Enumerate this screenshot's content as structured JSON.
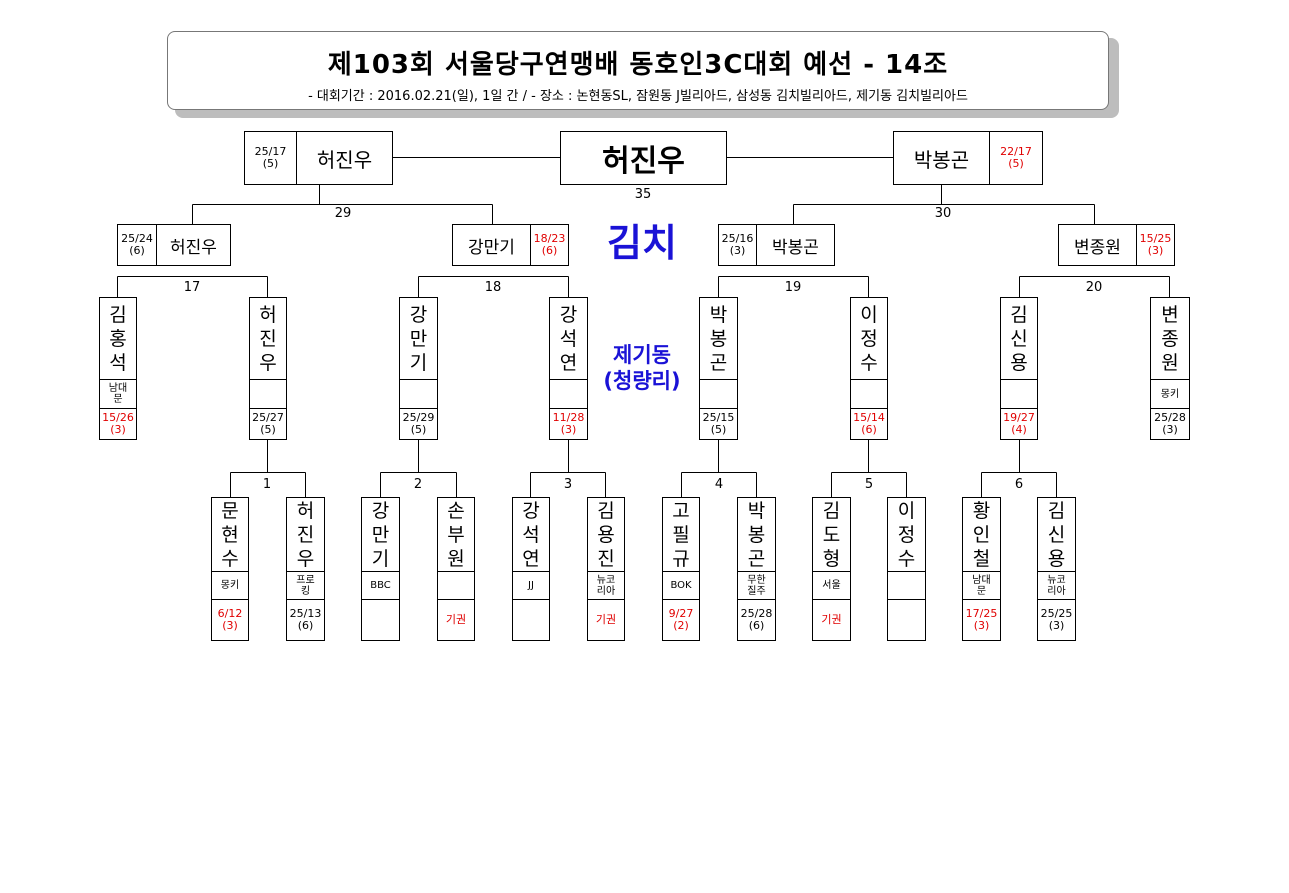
{
  "header": {
    "title": "제103회 서울당구연맹배 동호인3C대회 예선 - 14조",
    "subtitle": "- 대회기간 : 2016.02.21(일), 1일 간 / - 장소 : 논현동SL, 잠원동 J빌리아드, 삼성동 김치빌리아드, 제기동 김치빌리아드"
  },
  "venues": {
    "main": "김치",
    "second_line1": "제기동",
    "second_line2": "(청량리)"
  },
  "final": {
    "winner": "허진우",
    "match_no": "35"
  },
  "semi": {
    "left": {
      "name": "허진우",
      "score": "25/17",
      "inn": "(5)"
    },
    "right": {
      "name": "박봉곤",
      "score": "22/17",
      "inn": "(5)"
    },
    "match_left": "29",
    "match_right": "30"
  },
  "quarter": {
    "q1": {
      "name": "허진우",
      "score": "25/24",
      "inn": "(6)"
    },
    "q2": {
      "name": "강만기",
      "score": "18/23",
      "inn": "(6)"
    },
    "q3": {
      "name": "박봉곤",
      "score": "25/16",
      "inn": "(3)"
    },
    "q4": {
      "name": "변종원",
      "score": "15/25",
      "inn": "(3)"
    },
    "m17": "17",
    "m18": "18",
    "m19": "19",
    "m20": "20"
  },
  "round2": [
    {
      "name": "김\n홍\n석",
      "club": "남대\n문",
      "score": "15/26",
      "inn": "(3)"
    },
    {
      "name": "허\n진\n우",
      "club": "",
      "score": "25/27",
      "inn": "(5)"
    },
    {
      "name": "강\n만\n기",
      "club": "",
      "score": "25/29",
      "inn": "(5)"
    },
    {
      "name": "강\n석\n연",
      "club": "",
      "score": "11/28",
      "inn": "(3)"
    },
    {
      "name": "박\n봉\n곤",
      "club": "",
      "score": "25/15",
      "inn": "(5)"
    },
    {
      "name": "이\n정\n수",
      "club": "",
      "score": "15/14",
      "inn": "(6)"
    },
    {
      "name": "김\n신\n용",
      "club": "",
      "score": "19/27",
      "inn": "(4)"
    },
    {
      "name": "변\n종\n원",
      "club": "몽키",
      "score": "25/28",
      "inn": "(3)"
    }
  ],
  "round1": {
    "matches": [
      "1",
      "2",
      "3",
      "4",
      "5",
      "6"
    ],
    "players": [
      {
        "name": "문\n현\n수",
        "club": "몽키",
        "score": "6/12",
        "inn": "(3)"
      },
      {
        "name": "허\n진\n우",
        "club": "프로\n킹",
        "score": "25/13",
        "inn": "(6)"
      },
      {
        "name": "강\n만\n기",
        "club": "BBC",
        "score": "",
        "inn": ""
      },
      {
        "name": "손\n부\n원",
        "club": "",
        "score": "기권",
        "inn": ""
      },
      {
        "name": "강\n석\n연",
        "club": "JJ",
        "score": "",
        "inn": ""
      },
      {
        "name": "김\n용\n진",
        "club": "뉴코\n리아",
        "score": "기권",
        "inn": ""
      },
      {
        "name": "고\n필\n규",
        "club": "BOK",
        "score": "9/27",
        "inn": "(2)"
      },
      {
        "name": "박\n봉\n곤",
        "club": "무한\n질주",
        "score": "25/28",
        "inn": "(6)"
      },
      {
        "name": "김\n도\n형",
        "club": "서울",
        "score": "기권",
        "inn": ""
      },
      {
        "name": "이\n정\n수",
        "club": "",
        "score": "",
        "inn": ""
      },
      {
        "name": "황\n인\n철",
        "club": "남대\n문",
        "score": "17/25",
        "inn": "(3)"
      },
      {
        "name": "김\n신\n용",
        "club": "뉴코\n리아",
        "score": "25/25",
        "inn": "(3)"
      }
    ]
  },
  "colors": {
    "loss_red": "#e00000",
    "venue_blue": "#1a12d6"
  }
}
